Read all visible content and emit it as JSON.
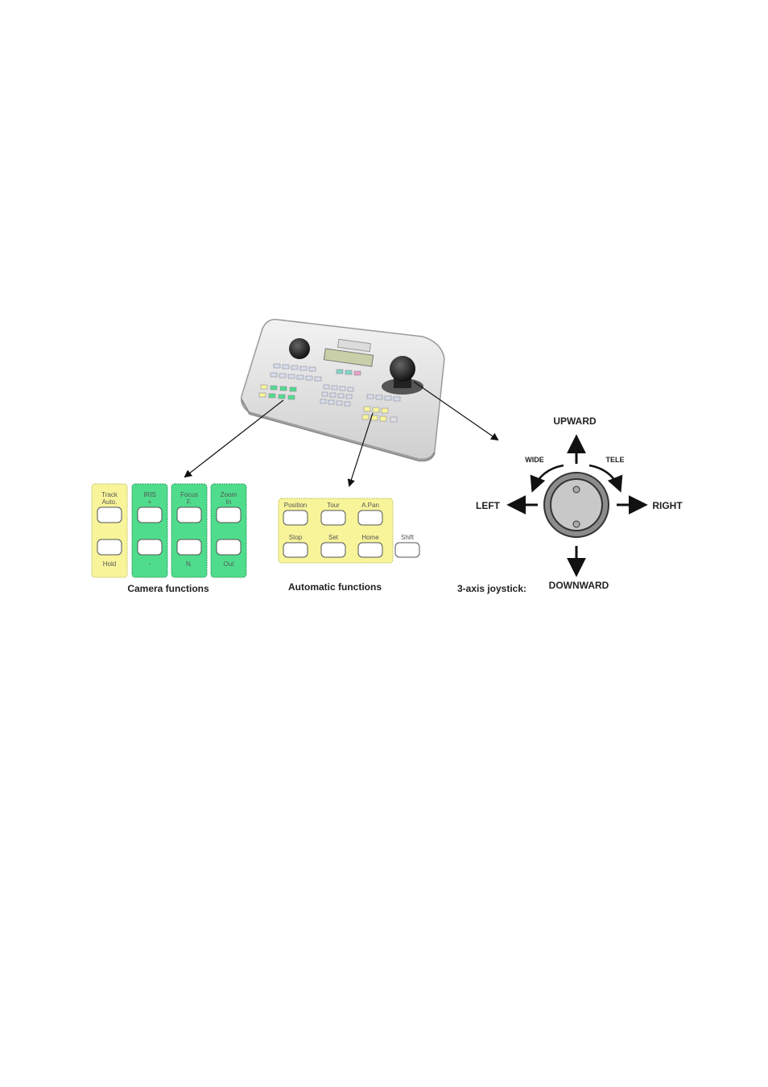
{
  "colors": {
    "yellow_panel": "#f8f49a",
    "green_panel": "#4fdc8c",
    "key_fill": "#ffffff",
    "device_body": "#e9e9e9",
    "joystick_ring": "#777777",
    "joystick_cap": "#c8c8c8"
  },
  "camera_functions": {
    "caption": "Camera functions",
    "columns": [
      {
        "top_label": [
          "Track",
          "Auto."
        ],
        "bottom_label": "Hold",
        "color": "yellow"
      },
      {
        "top_label": [
          "IRIS",
          "+"
        ],
        "bottom_label": "-",
        "color": "green"
      },
      {
        "top_label": [
          "Focus",
          "F."
        ],
        "bottom_label": "N.",
        "color": "green"
      },
      {
        "top_label": [
          "Zoom",
          "In"
        ],
        "bottom_label": "Out",
        "color": "green"
      }
    ]
  },
  "automatic_functions": {
    "caption": "Automatic functions",
    "keys": [
      {
        "label": "Position"
      },
      {
        "label": "Tour"
      },
      {
        "label": "A.Pan"
      },
      {
        "label": "Stop"
      },
      {
        "label": "Set"
      },
      {
        "label": "Home"
      }
    ],
    "shift_key": {
      "label": "Shift"
    }
  },
  "joystick": {
    "caption": "3-axis joystick:",
    "directions": {
      "up": "UPWARD",
      "down": "DOWNWARD",
      "left": "LEFT",
      "right": "RIGHT",
      "wide": "WIDE",
      "tele": "TELE"
    }
  },
  "device": {
    "brand_icon": "logo-icon"
  }
}
